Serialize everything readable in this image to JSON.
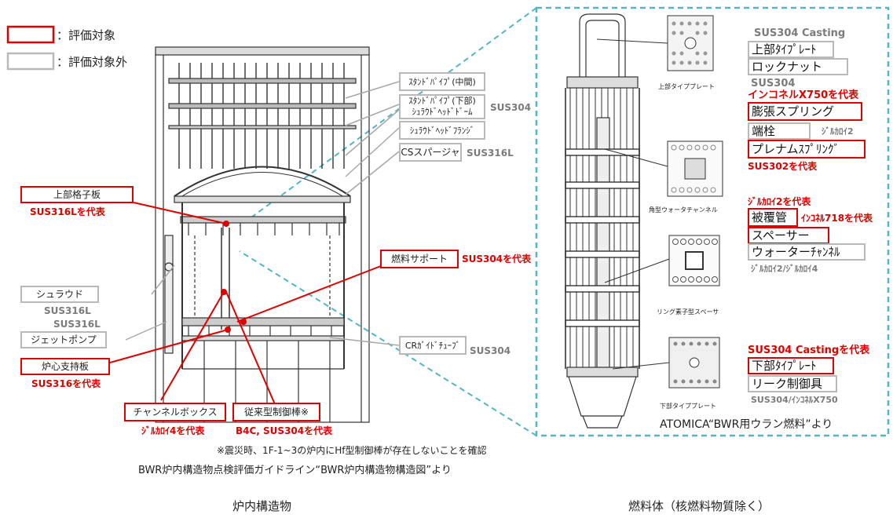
{
  "legend": {
    "evaluated": "：評価対象",
    "not_evaluated": "：評価対象外"
  },
  "reactor": {
    "labels": {
      "standpipe_mid": "ｽﾀﾝﾄﾞﾊﾟｲﾌﾟ(中間)",
      "standpipe_low_1": "ｽﾀﾝﾄﾞﾊﾟｲﾌﾟ(下部)",
      "standpipe_low_2": "ｼｭﾗｳﾄﾞﾍｯﾄﾞﾄﾞｰﾑ",
      "shroud_head_flange": "ｼｭﾗｳﾄﾞﾍｯﾄﾞﾌﾗﾝｼﾞ",
      "cs_sparger": "CSスパージャ",
      "upper_grid": "上部格子板",
      "fuel_support": "燃料サポート",
      "shroud": "シュラウド",
      "jet_pump": "ジェットポンプ",
      "core_support": "炉心支持板",
      "cr_guide": "CRｶﾞｲﾄﾞﾁｭｰﾌﾞ",
      "channel_box": "チャンネルボックス",
      "control_rod": "従来型制御棒※"
    },
    "materials": {
      "sus304_top": "SUS304",
      "sus316l_cs": "SUS316L",
      "upper_grid_rep": "SUS316Lを代表",
      "fuel_support_rep": "SUS304を代表",
      "shroud_1": "SUS316L",
      "shroud_2": "SUS316L",
      "core_support_rep": "SUS316を代表",
      "cr_guide_mat": "SUS304",
      "channel_box_rep": "ｼﾞﾙｶﾛｲ4を代表",
      "control_rod_rep": "B4C, SUS304を代表"
    },
    "note": "※震災時、1F-1~3の炉内にHf型制御棒が存在しないことを確認",
    "source": "BWR炉内構造物点検評価ガイドライン“BWR炉内構造物構造図”より",
    "caption": "炉内構造物"
  },
  "fuel": {
    "mat_top": "SUS304 Casting",
    "upper_tie_plate": "上部ﾀｲﾌﾟﾚｰﾄ",
    "lock_nut": "ロックナット",
    "mat_sus304": "SUS304",
    "inconel_rep": "インコネルX750を代表",
    "expansion_spring": "膨張スプリング",
    "end_plug": "端栓",
    "end_plug_mat": "ｼﾞﾙｶﾛｲ2",
    "plenum_spring": "プレナムｽﾌﾟﾘﾝｸﾞ",
    "sus302_rep": "SUS302を代表",
    "zr2_rep": "ｼﾞﾙｶﾛｲ2を代表",
    "cladding": "被覆管",
    "inconel718_rep": "ｲﾝｺﾈﾙ718を代表",
    "spacer": "スペーサー",
    "water_channel": "ウォーターﾁｬﾝﾈﾙ",
    "zr_mat": "ｼﾞﾙｶﾛｲ2/ｼﾞﾙｶﾛｲ4",
    "sus304_casting_rep": "SUS304 Castingを代表",
    "lower_tie_plate": "下部ﾀｲﾌﾟﾚｰﾄ",
    "leak_control": "リーク制御具",
    "bottom_mat": "SUS304/ｲﾝｺﾈﾙX750",
    "drawing_labels": {
      "upper": "上部タイププレート",
      "water_channel": "角型ウォータチャンネル",
      "spacer": "リング素子型スペーサ",
      "lower": "下部タイププレート"
    },
    "source": "ATOMICA“BWR用ウラン燃料”より",
    "caption": "燃料体（核燃料物質除く）"
  },
  "colors": {
    "evaluated": "#e00000",
    "not_evaluated": "#b9b9b9",
    "dashed_frame": "#4fb7c6"
  }
}
